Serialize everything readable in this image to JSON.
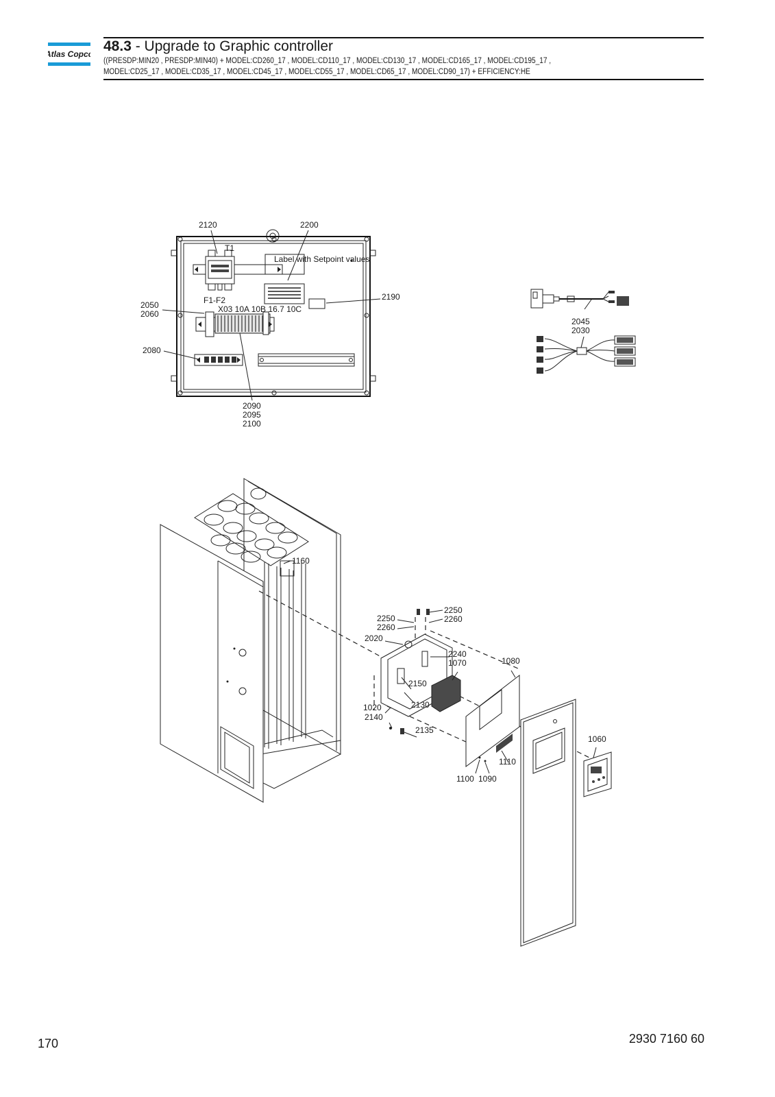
{
  "brand": {
    "logo_text": "Atlas Copco",
    "logo_color": "#1a9bd7"
  },
  "header": {
    "section_number": "48.3",
    "section_title": " - Upgrade to Graphic controller",
    "applicability_line1": "((PRESDP:MIN20 , PRESDP:MIN40) + MODEL:CD260_17 , MODEL:CD110_17 , MODEL:CD130_17 , MODEL:CD165_17 , MODEL:CD195_17 ,",
    "applicability_line2": "MODEL:CD25_17 , MODEL:CD35_17 , MODEL:CD45_17 , MODEL:CD55_17 , MODEL:CD65_17 , MODEL:CD90_17) + EFFICIENCY:HE"
  },
  "cabinet_drawing": {
    "callouts": {
      "c2120": "2120",
      "c2200": "2200",
      "c2190": "2190",
      "c2050": "2050",
      "c2060": "2060",
      "c2080": "2080",
      "c2090": "2090",
      "c2095": "2095",
      "c2100": "2100"
    },
    "label_text": "Label with Setpoint values",
    "relay_label": "T1",
    "fuse_label": "F1-F2",
    "terminal_header": "X03 10A 10B 16.7 10C"
  },
  "cable_drawing": {
    "callouts": {
      "c2045": "2045",
      "c2030": "2030"
    }
  },
  "dryer_drawing": {
    "callouts": {
      "c1160": "1160",
      "c2250a": "2250",
      "c2260a": "2260",
      "c2250b": "2250",
      "c2260b": "2260",
      "c2020": "2020",
      "c2240": "2240",
      "c1070": "1070",
      "c1080": "1080",
      "c2150": "2150",
      "c2130": "2130",
      "c1020": "1020",
      "c2140": "2140",
      "c2135": "2135",
      "c1060": "1060",
      "c1110": "1110",
      "c1100": "1100",
      "c1090": "1090"
    }
  },
  "footer": {
    "page_number": "170",
    "document_number": "2930 7160 60"
  }
}
